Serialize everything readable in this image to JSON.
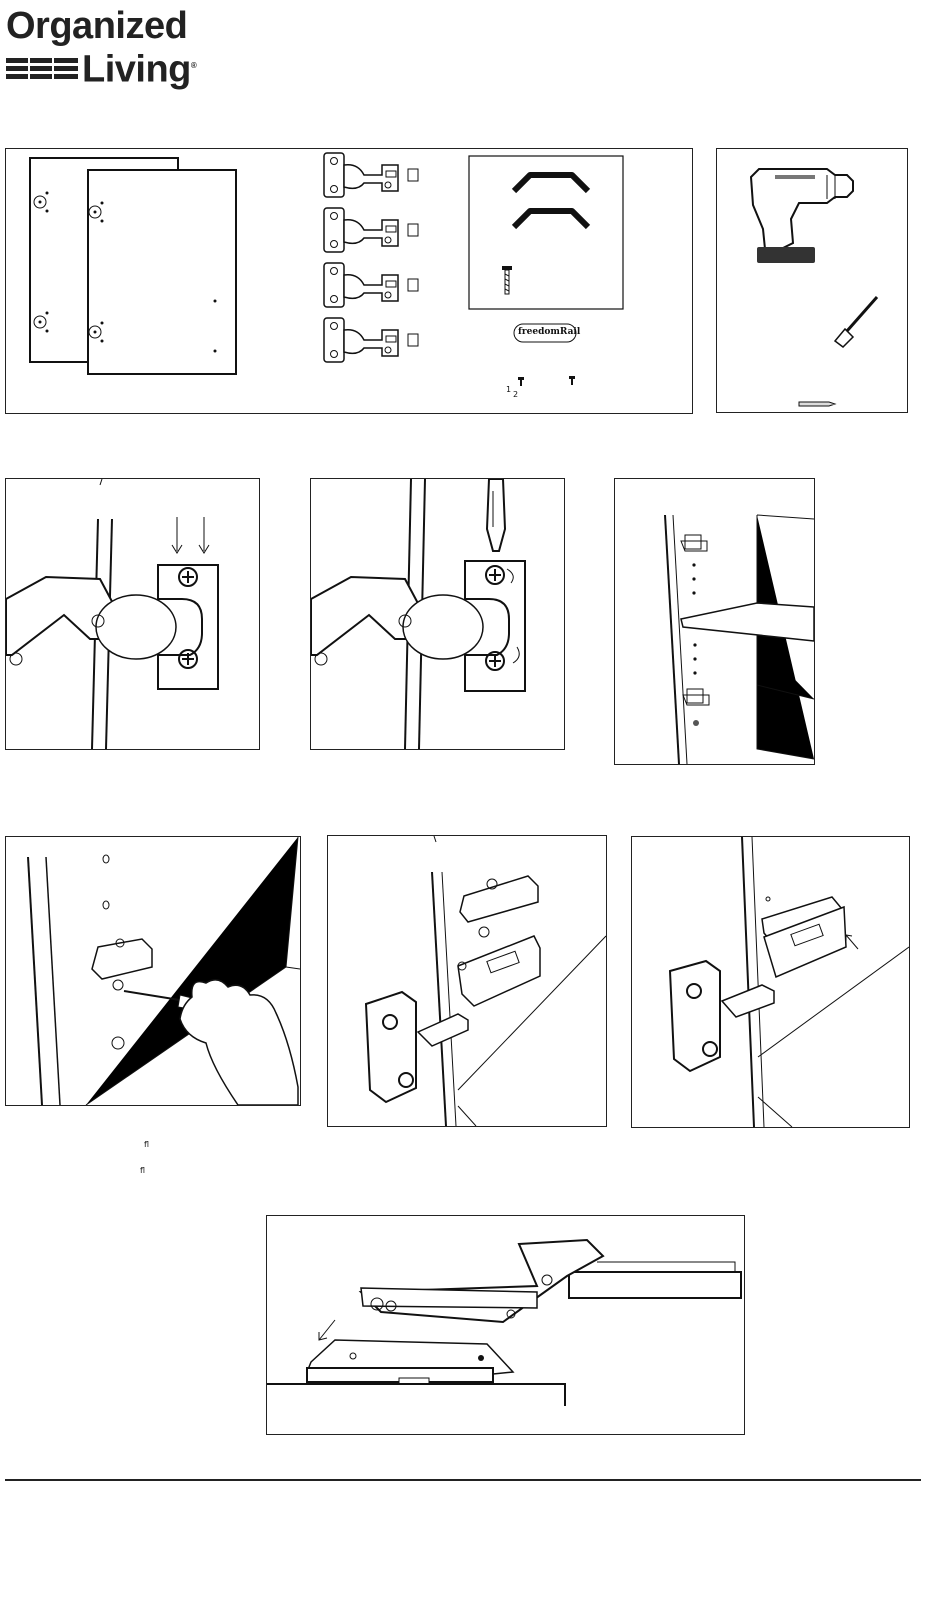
{
  "logo": {
    "line1": "Organized",
    "line2": "Living",
    "mark": "®"
  },
  "parts_panel": {
    "rail_label": "freedomRail",
    "fraction_num": "1",
    "fraction_den": "2"
  },
  "step_marks": {
    "mark_a": "fl",
    "mark_b": "fl"
  },
  "icons": [
    "door-panel-icon",
    "hinge-icon",
    "rail-icon",
    "screw-icon",
    "drill-icon",
    "screwdriver-icon",
    "pencil-icon",
    "arrow-icon"
  ]
}
